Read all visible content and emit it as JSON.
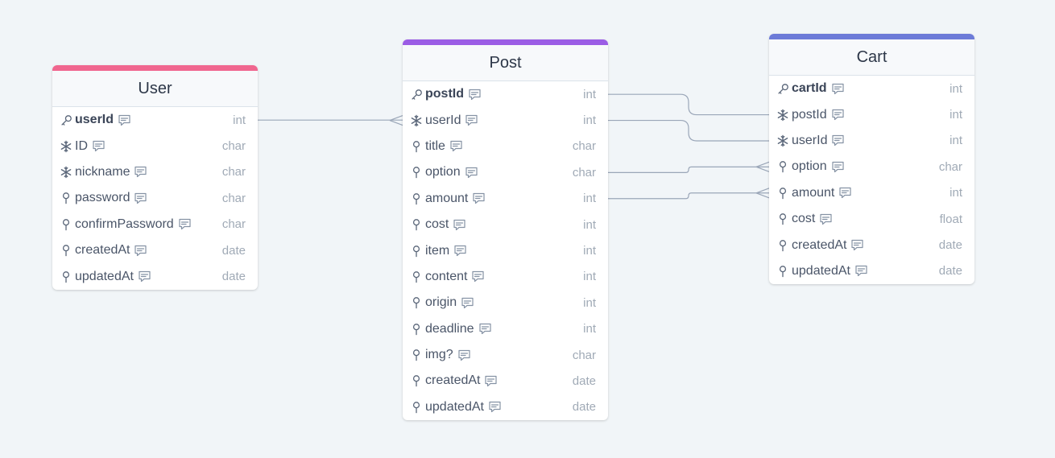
{
  "tables": {
    "user": {
      "name": "User",
      "color": "#f0668f",
      "fields": [
        {
          "name": "userId",
          "type": "int",
          "kind": "primary-key",
          "icon": "key-icon"
        },
        {
          "name": "ID",
          "type": "char",
          "kind": "unique",
          "icon": "snowflake-icon"
        },
        {
          "name": "nickname",
          "type": "char",
          "kind": "unique",
          "icon": "snowflake-icon"
        },
        {
          "name": "password",
          "type": "char",
          "kind": "field",
          "icon": "pin-icon"
        },
        {
          "name": "confirmPassword",
          "type": "char",
          "kind": "field",
          "icon": "pin-icon"
        },
        {
          "name": "createdAt",
          "type": "date",
          "kind": "field",
          "icon": "pin-icon"
        },
        {
          "name": "updatedAt",
          "type": "date",
          "kind": "field",
          "icon": "pin-icon"
        }
      ]
    },
    "post": {
      "name": "Post",
      "color": "#9b5de5",
      "fields": [
        {
          "name": "postId",
          "type": "int",
          "kind": "primary-key",
          "icon": "key-icon"
        },
        {
          "name": "userId",
          "type": "int",
          "kind": "unique",
          "icon": "snowflake-icon"
        },
        {
          "name": "title",
          "type": "char",
          "kind": "field",
          "icon": "pin-icon"
        },
        {
          "name": "option",
          "type": "char",
          "kind": "field",
          "icon": "pin-icon"
        },
        {
          "name": "amount",
          "type": "int",
          "kind": "field",
          "icon": "pin-icon"
        },
        {
          "name": "cost",
          "type": "int",
          "kind": "field",
          "icon": "pin-icon"
        },
        {
          "name": "item",
          "type": "int",
          "kind": "field",
          "icon": "pin-icon"
        },
        {
          "name": "content",
          "type": "int",
          "kind": "field",
          "icon": "pin-icon"
        },
        {
          "name": "origin",
          "type": "int",
          "kind": "field",
          "icon": "pin-icon"
        },
        {
          "name": "deadline",
          "type": "int",
          "kind": "field",
          "icon": "pin-icon"
        },
        {
          "name": "img?",
          "type": "char",
          "kind": "field",
          "icon": "pin-icon"
        },
        {
          "name": "createdAt",
          "type": "date",
          "kind": "field",
          "icon": "pin-icon"
        },
        {
          "name": "updatedAt",
          "type": "date",
          "kind": "field",
          "icon": "pin-icon"
        }
      ]
    },
    "cart": {
      "name": "Cart",
      "color": "#6c7bd8",
      "fields": [
        {
          "name": "cartId",
          "type": "int",
          "kind": "primary-key",
          "icon": "key-icon"
        },
        {
          "name": "postId",
          "type": "int",
          "kind": "unique",
          "icon": "snowflake-icon"
        },
        {
          "name": "userId",
          "type": "int",
          "kind": "unique",
          "icon": "snowflake-icon"
        },
        {
          "name": "option",
          "type": "char",
          "kind": "field",
          "icon": "pin-icon"
        },
        {
          "name": "amount",
          "type": "int",
          "kind": "field",
          "icon": "pin-icon"
        },
        {
          "name": "cost",
          "type": "float",
          "kind": "field",
          "icon": "pin-icon"
        },
        {
          "name": "createdAt",
          "type": "date",
          "kind": "field",
          "icon": "pin-icon"
        },
        {
          "name": "updatedAt",
          "type": "date",
          "kind": "field",
          "icon": "pin-icon"
        }
      ]
    }
  },
  "relations": [
    {
      "from": "user.userId",
      "to": "post.userId",
      "from_end": "one",
      "to_end": "many"
    },
    {
      "from": "post.postId",
      "to": "cart.postId",
      "from_end": "one",
      "to_end": "one"
    },
    {
      "from": "post.userId",
      "to": "cart.userId",
      "from_end": "one",
      "to_end": "one"
    },
    {
      "from": "post.option",
      "to": "cart.option",
      "from_end": "one",
      "to_end": "many"
    },
    {
      "from": "post.amount",
      "to": "cart.amount",
      "from_end": "one",
      "to_end": "many"
    }
  ],
  "colors": {
    "background": "#f1f5f8",
    "connector": "#9aa6b8",
    "field_text": "#4a5568",
    "type_text": "#a0aab6"
  }
}
